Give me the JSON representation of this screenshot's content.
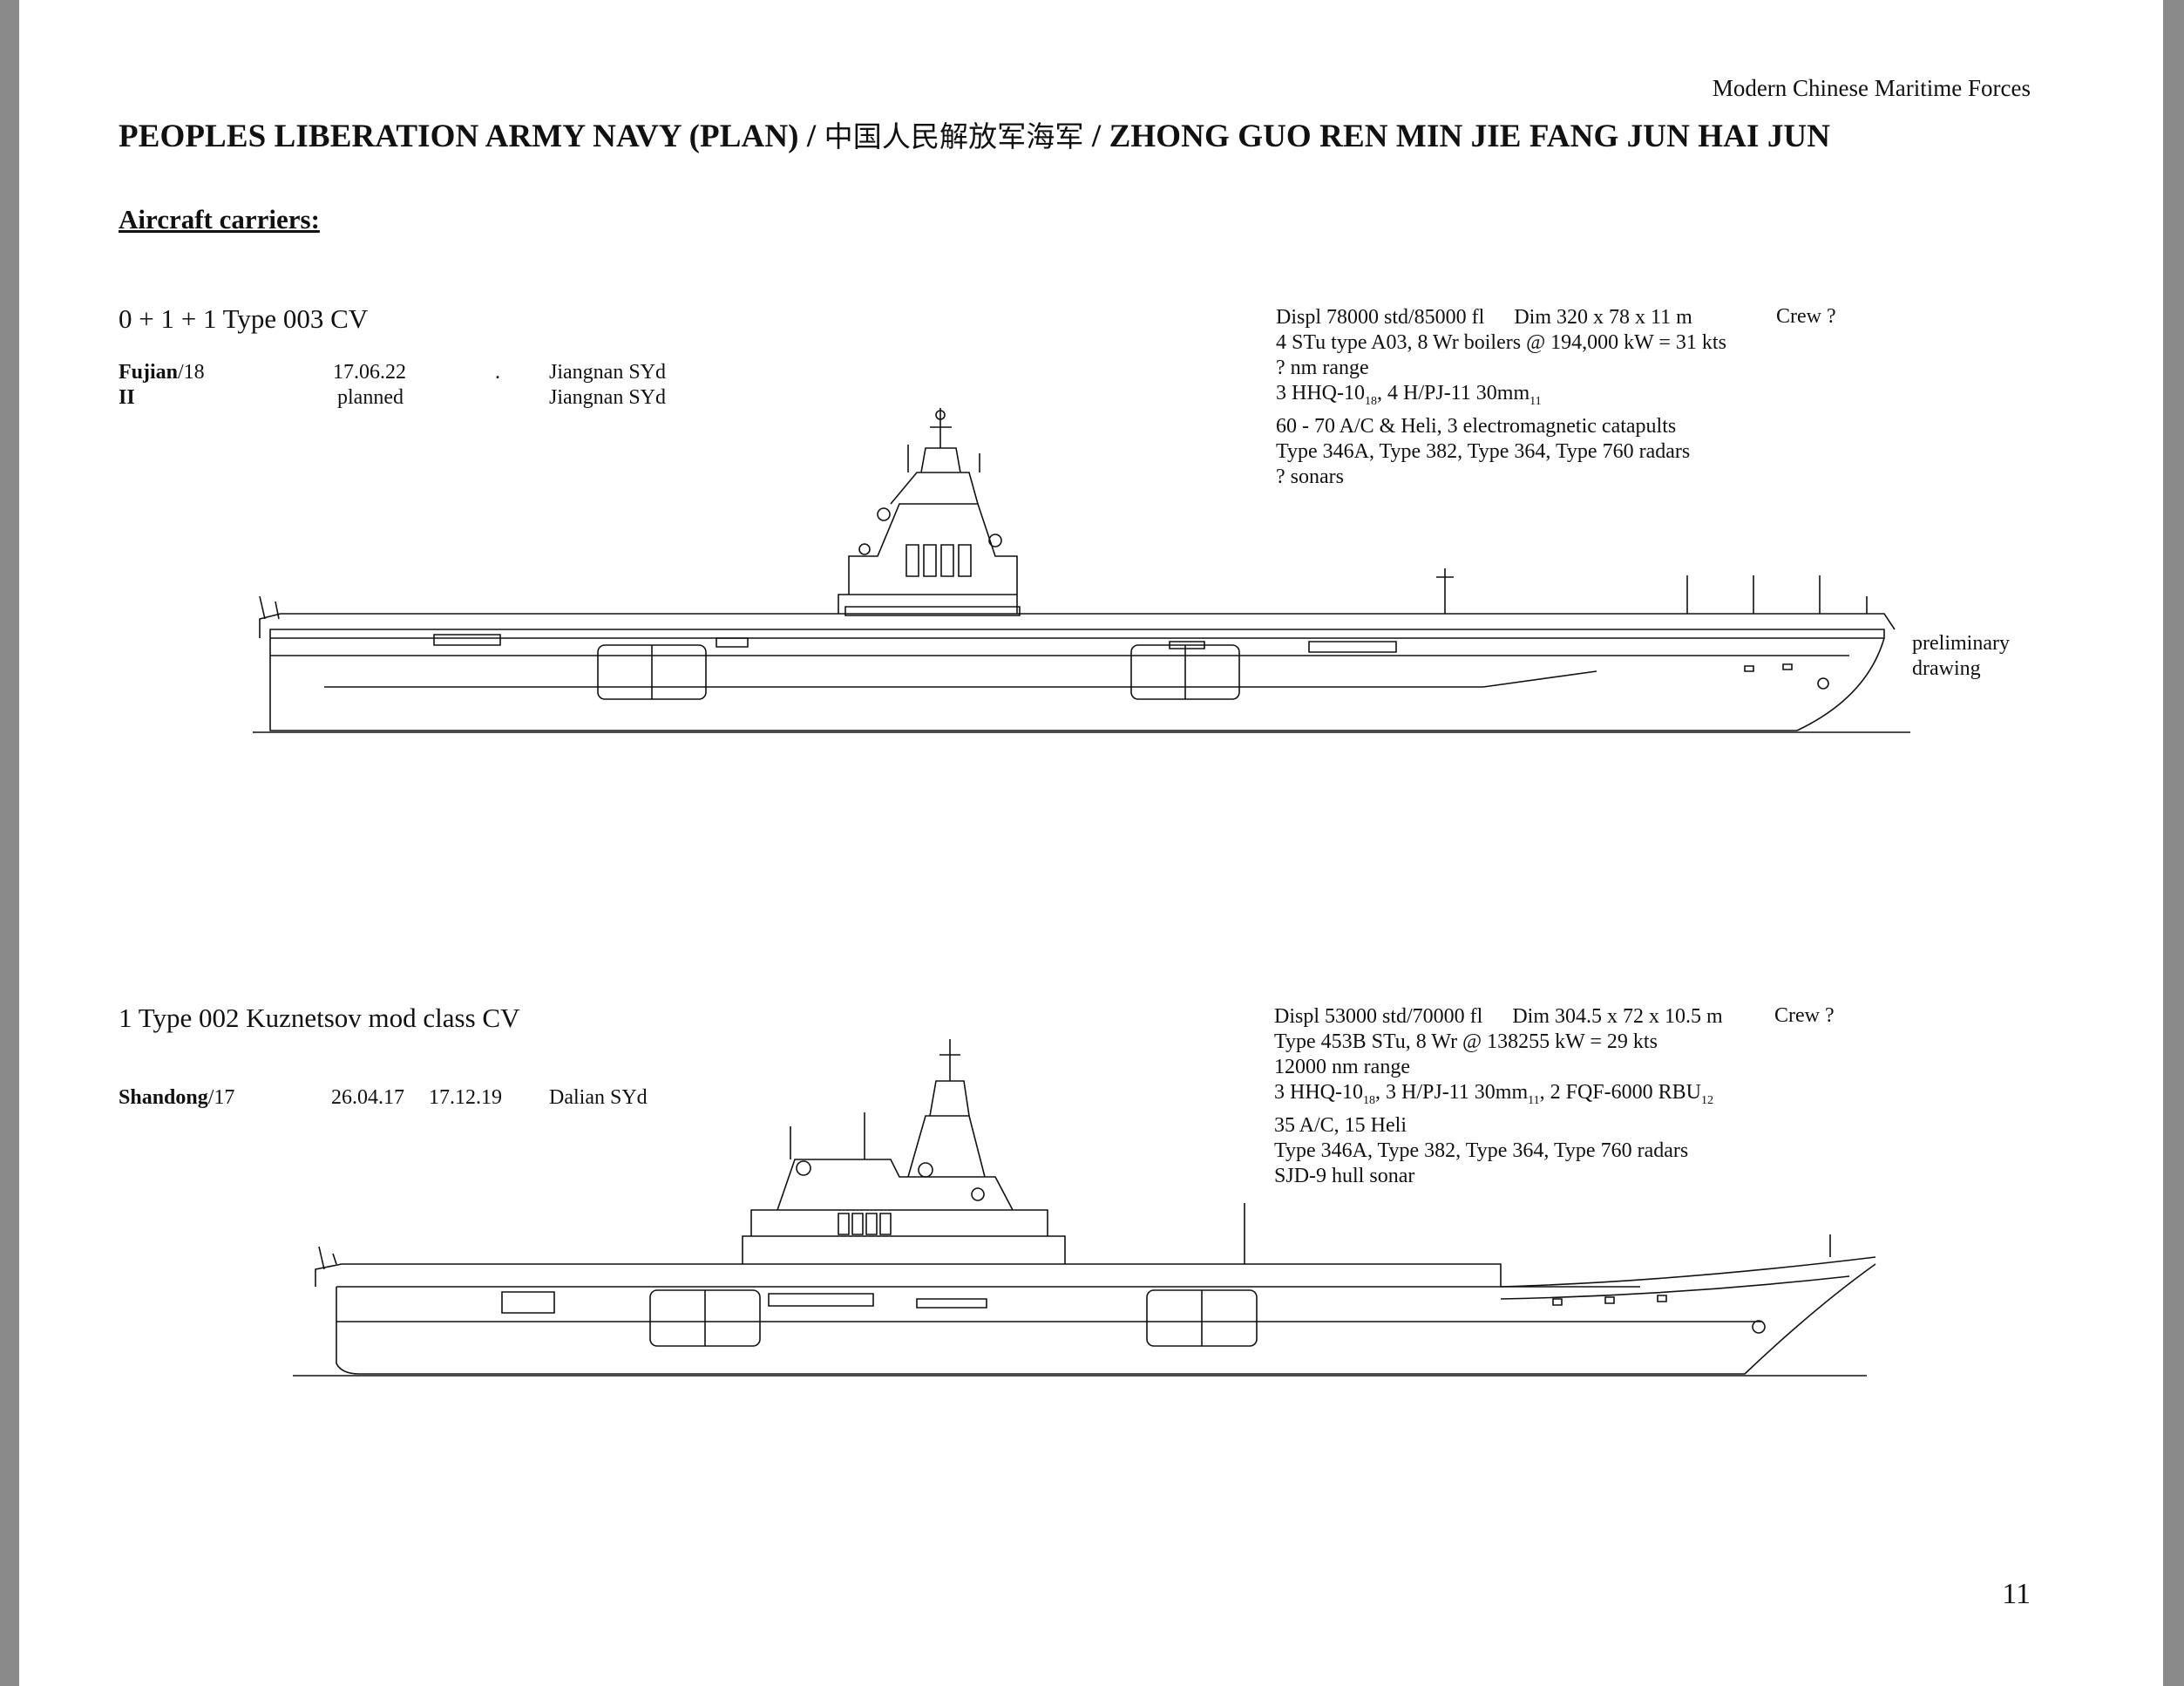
{
  "header": {
    "running_title": "Modern Chinese Maritime Forces",
    "title_pre": "PEOPLES LIBERATION ARMY NAVY (PLAN) / ",
    "title_chinese": "中国人民解放军海军",
    "title_post": " / ZHONG GUO REN MIN JIE FANG JUN HAI JUN"
  },
  "section": {
    "heading": "Aircraft carriers:"
  },
  "classes": [
    {
      "title": "0 + 1 + 1 Type 003 CV",
      "ships": [
        {
          "name": "Fujian",
          "suffix": "/18",
          "date1": "17.06.22",
          "date2": ".",
          "yard": "Jiangnan SYd"
        },
        {
          "name": "II",
          "suffix": "",
          "date1": "planned",
          "date2": "",
          "yard": "Jiangnan SYd"
        }
      ],
      "specs": {
        "displ": "Displ 78000 std/85000 fl",
        "dim": "Dim 320 x 78 x 11 m",
        "crew": "Crew ?",
        "propulsion": "4 STu type A03, 8 Wr boilers @ 194,000 kW = 31 kts",
        "range": "? nm range",
        "armament": {
          "a": "3 HHQ-10",
          "a_sub": "18",
          "b": ", 4 H/PJ-11 30mm",
          "b_sub": "11",
          "c": "",
          "c_sub": ""
        },
        "aircraft": "60 - 70 A/C & Heli, 3 electromagnetic catapults",
        "radars": "Type 346A, Type 382, Type 364, Type 760 radars",
        "sonar": "? sonars"
      },
      "note": {
        "line1": "preliminary",
        "line2": "drawing"
      }
    },
    {
      "title": "1 Type 002 Kuznetsov mod class CV",
      "ships": [
        {
          "name": "Shandong",
          "suffix": "/17",
          "date1": "26.04.17",
          "date2": "17.12.19",
          "yard": "Dalian SYd"
        }
      ],
      "specs": {
        "displ": "Displ 53000 std/70000 fl",
        "dim": "Dim 304.5 x 72 x 10.5 m",
        "crew": "Crew ?",
        "propulsion": "Type 453B STu, 8 Wr @ 138255 kW = 29 kts",
        "range": "12000 nm range",
        "armament": {
          "a": "3 HHQ-10",
          "a_sub": "18",
          "b": ", 3 H/PJ-11 30mm",
          "b_sub": "11",
          "c": ", 2 FQF-6000 RBU",
          "c_sub": "12"
        },
        "aircraft": "35 A/C, 15 Heli",
        "radars": "Type 346A, Type 382, Type 364, Type 760 radars",
        "sonar": "SJD-9 hull sonar"
      }
    }
  ],
  "page_number": "11"
}
